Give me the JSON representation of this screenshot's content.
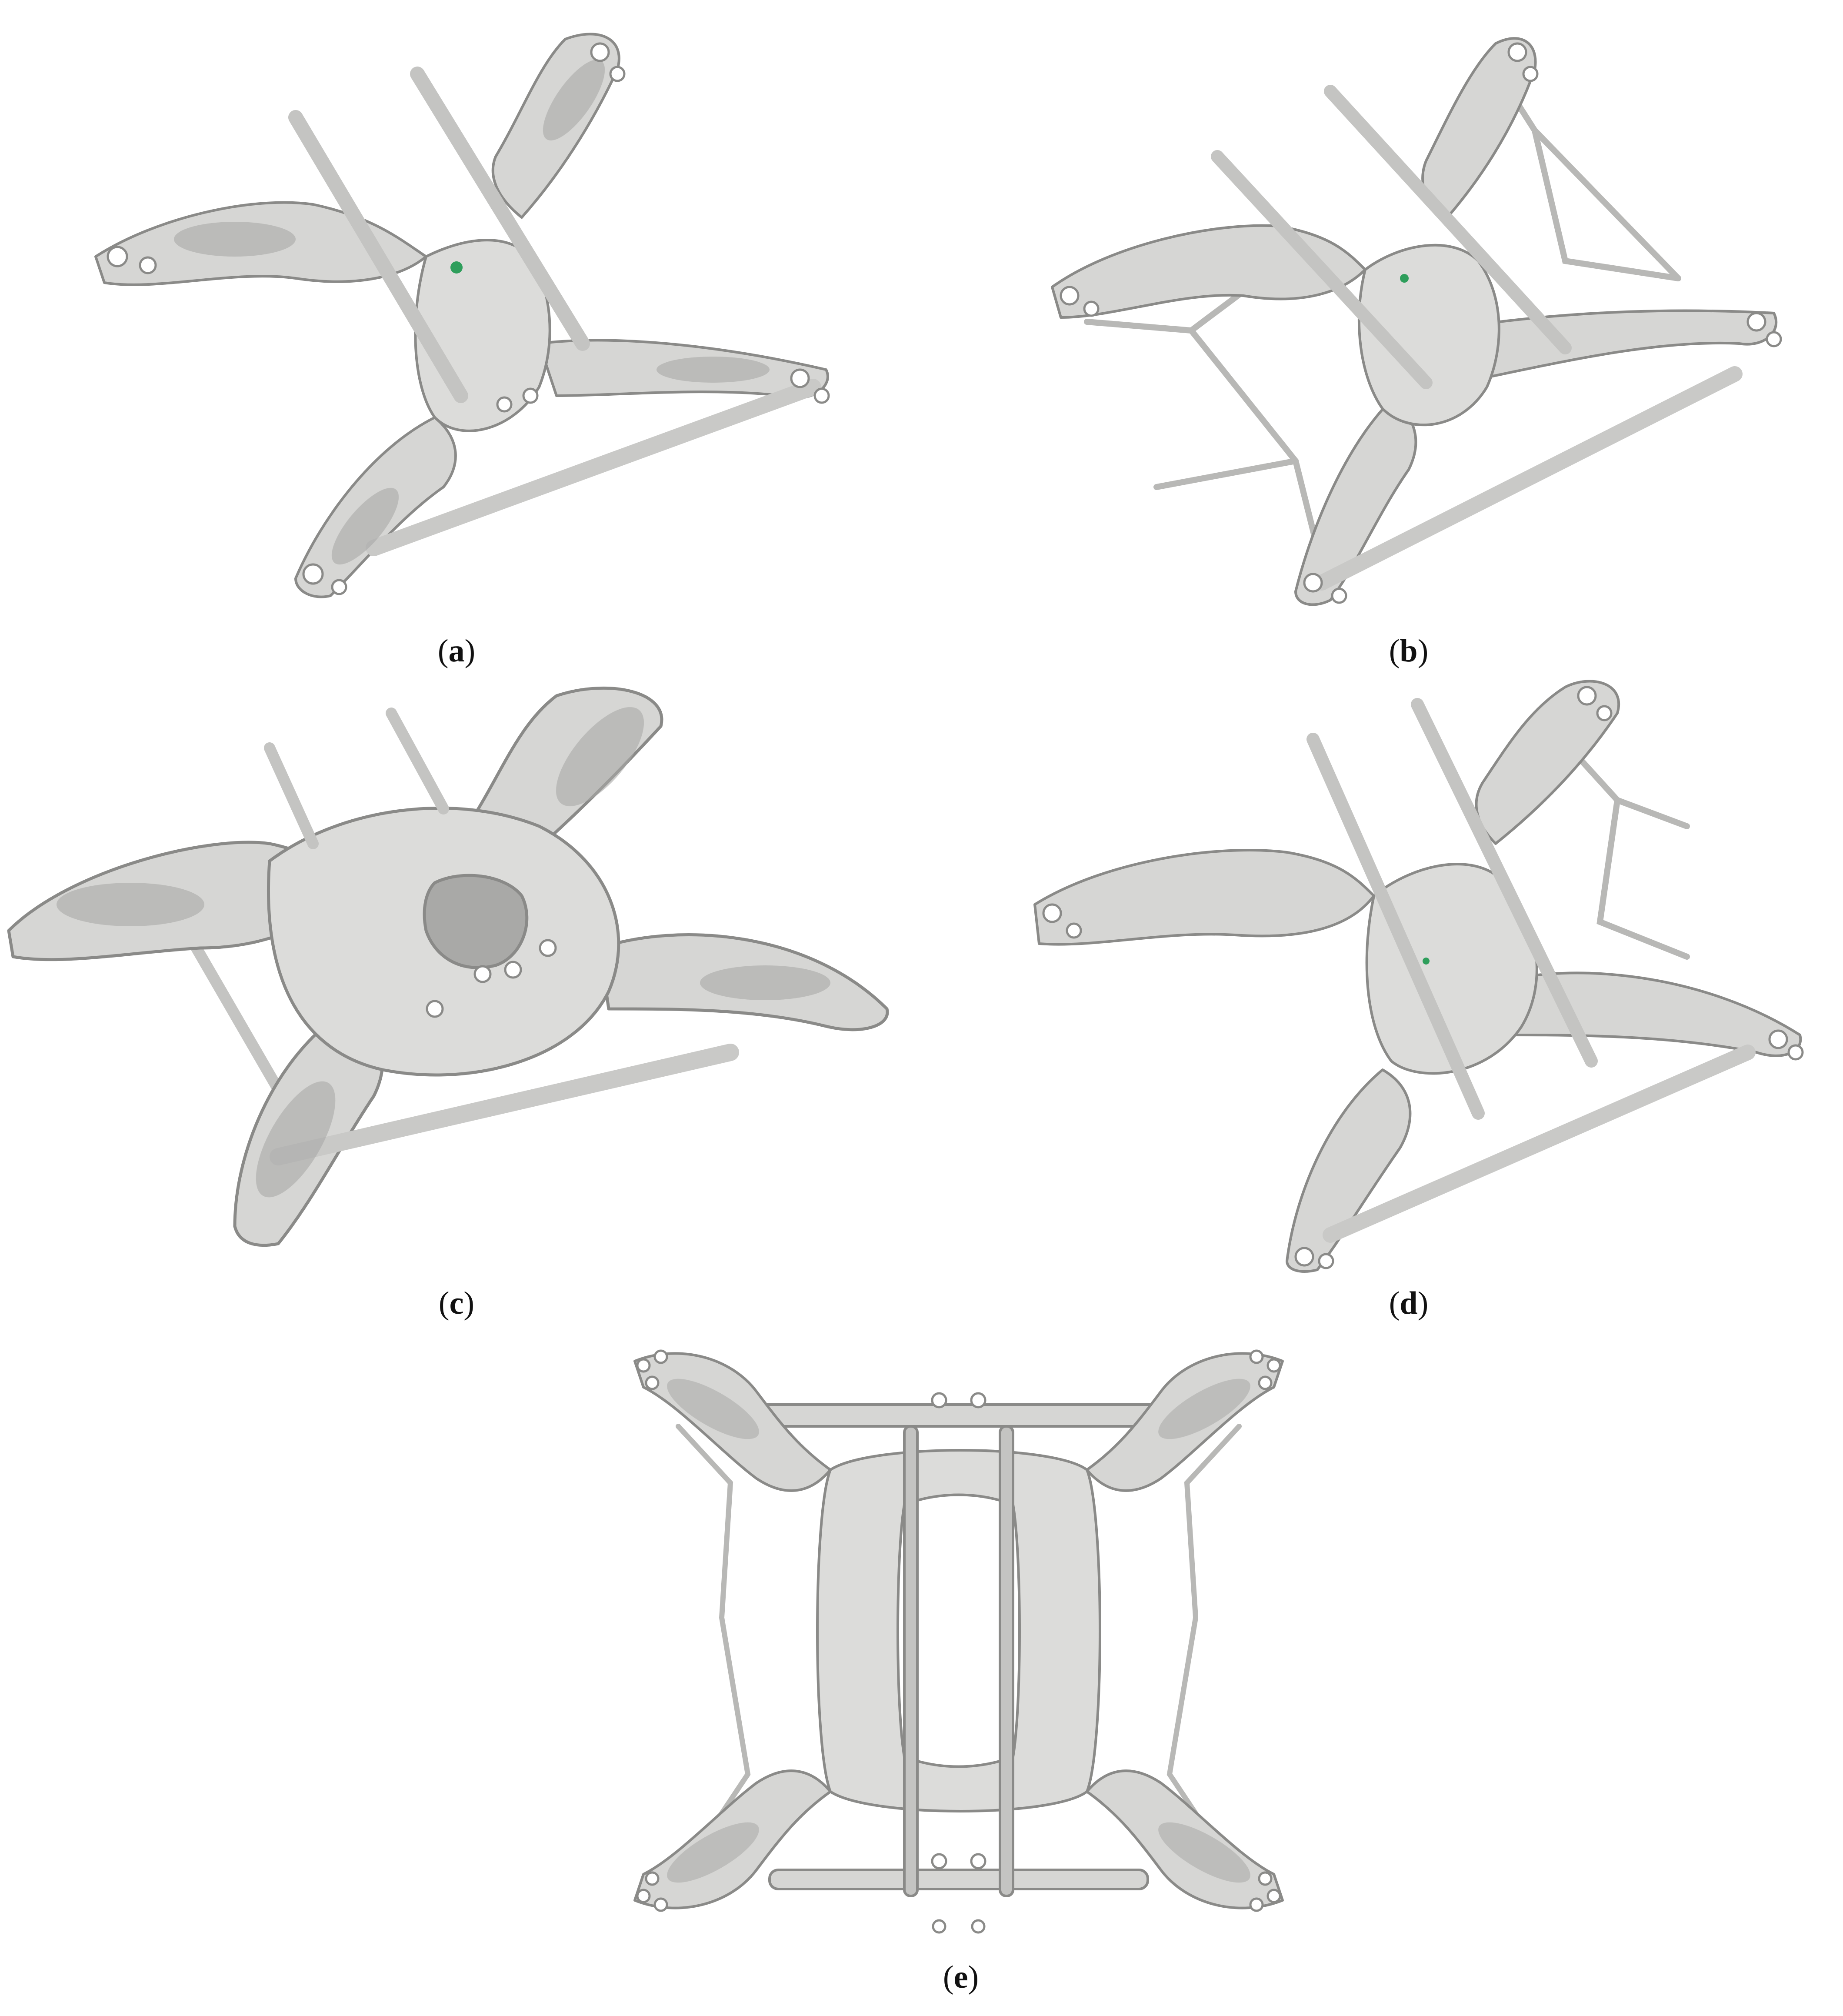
{
  "figure": {
    "panels": [
      {
        "id": "a",
        "caption_open": "(",
        "label": "a",
        "caption_close": ")",
        "view": "isometric",
        "has_marker": true
      },
      {
        "id": "b",
        "caption_open": "(",
        "label": "b",
        "caption_close": ")",
        "view": "isometric",
        "has_marker": true
      },
      {
        "id": "c",
        "caption_open": "(",
        "label": "c",
        "caption_close": ")",
        "view": "isometric",
        "has_marker": false
      },
      {
        "id": "d",
        "caption_open": "(",
        "label": "d",
        "caption_close": ")",
        "view": "isometric",
        "has_marker": true
      },
      {
        "id": "e",
        "caption_open": "(",
        "label": "e",
        "caption_close": ")",
        "view": "top",
        "has_marker": false
      }
    ],
    "colors": {
      "part_fill": "#d6d6d4",
      "part_shade": "#a9a9a7",
      "part_edge": "#8a8a88",
      "marker": "#2e9e5b",
      "background": "#ffffff"
    }
  }
}
